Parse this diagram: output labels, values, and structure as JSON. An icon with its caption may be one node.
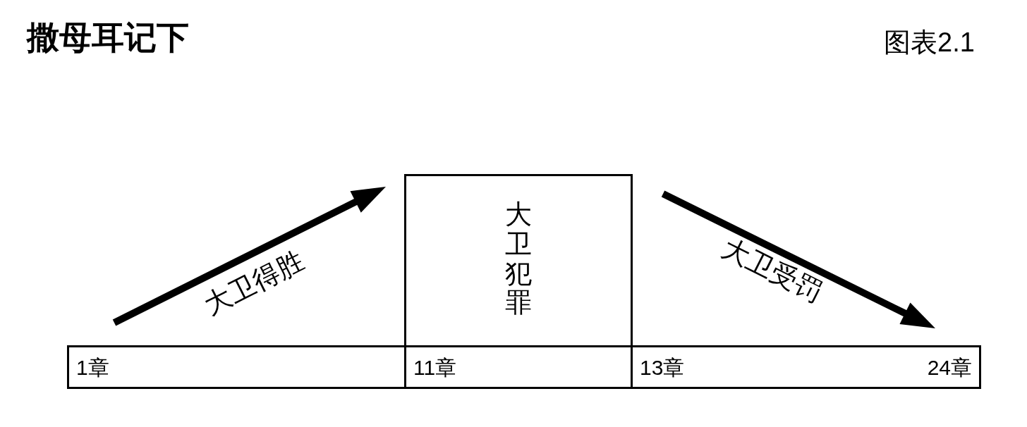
{
  "diagram": {
    "title": "撒母耳记下",
    "nodes": [
      {
        "text": [
          "大卫犯罪"
        ]
      },
      {
        "text": [
          "1章"
        ]
      },
      {
        "text": [
          "11章"
        ]
      },
      {
        "text": [
          "13章",
          "24章"
        ]
      }
    ],
    "labels": [
      "图表2.1",
      "大卫得胜",
      "大卫受罚"
    ]
  }
}
